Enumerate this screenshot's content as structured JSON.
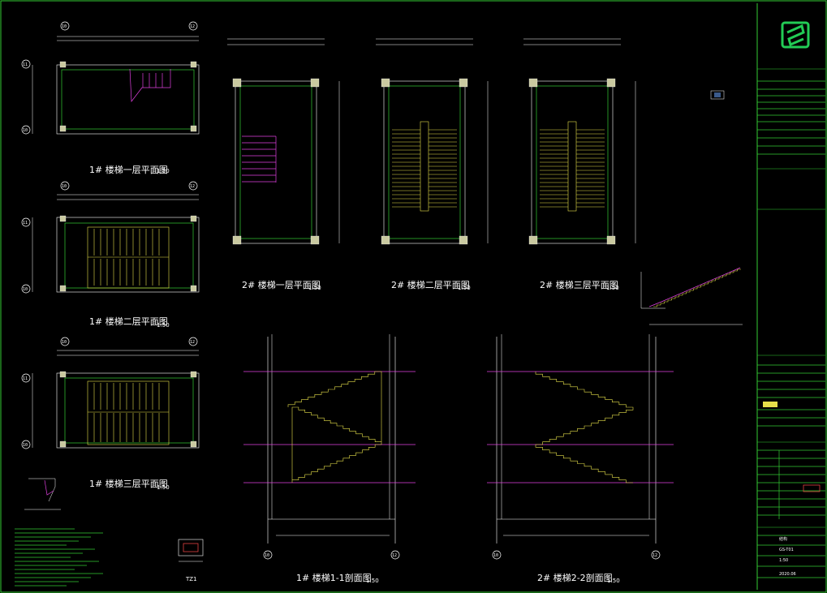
{
  "drawing_titles": {
    "stair1_plan_1f": "1# 楼梯一层平面图",
    "stair1_plan_2f": "1# 楼梯二层平面图",
    "stair1_plan_3f": "1# 楼梯三层平面图",
    "stair2_plan_1f": "2# 楼梯一层平面图",
    "stair2_plan_2f": "2# 楼梯二层平面图",
    "stair2_plan_3f": "2# 楼梯三层平面图",
    "stair1_section": "1# 楼梯1-1剖面图",
    "stair2_section": "2# 楼梯2-2剖面图"
  },
  "scale": "1:50",
  "grid_labels": {
    "col_a": "10",
    "col_b": "12",
    "row_a": "10",
    "row_b": "11"
  },
  "detail_label_tz": "TZ1",
  "title_block": {
    "stamp": "结构",
    "drawing_no": "GS-T01",
    "scale_value": "1:50",
    "date": "2020.06"
  },
  "colors": {
    "background": "#000000",
    "lines_white": "#ffffff",
    "lines_green": "#33cc33",
    "lines_yellow": "#e6e04a",
    "lines_magenta": "#e040e0",
    "logo": "#22cc55"
  }
}
